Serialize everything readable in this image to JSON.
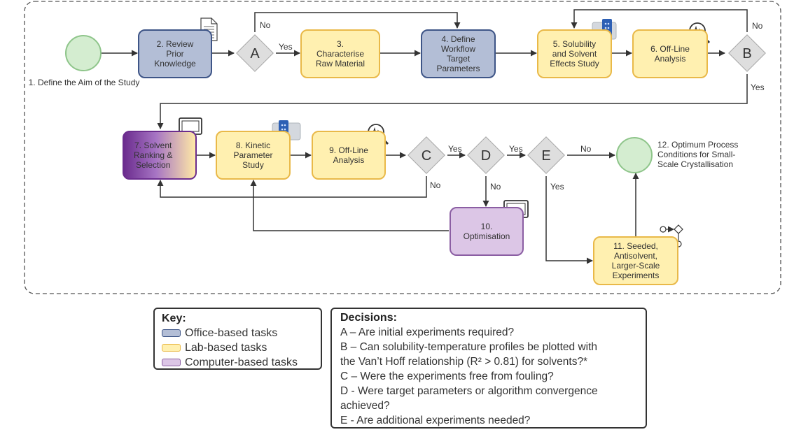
{
  "nodes": {
    "start": "1. Define the Aim of the Study",
    "n2": "2. Review\nPrior\nKnowledge",
    "n3": "3.\nCharacterise\nRaw Material",
    "n4": "4. Define\nWorkflow\nTarget\nParameters",
    "n5": "5. Solubility\nand Solvent\nEffects Study",
    "n6": "6. Off-Line\nAnalysis",
    "n7": "7. Solvent\nRanking &\nSelection",
    "n8": "8. Kinetic\nParameter\nStudy",
    "n9": "9. Off-Line\nAnalysis",
    "n10": "10.\nOptimisation",
    "n11": "11. Seeded,\nAntisolvent,\nLarger-Scale\nExperiments",
    "end": "12. Optimum Process\nConditions for Small-\nScale Crystallisation"
  },
  "decision_nodes": {
    "a": "A",
    "b": "B",
    "c": "C",
    "d": "D",
    "e": "E"
  },
  "edge_labels": {
    "yes": "Yes",
    "no": "No"
  },
  "key": {
    "title": "Key:",
    "items": [
      {
        "label": "Office-based tasks",
        "color": "#b3bed6",
        "border": "#3e5587"
      },
      {
        "label": "Lab-based tasks",
        "color": "#fff0b0",
        "border": "#e9b949"
      },
      {
        "label": "Computer-based tasks",
        "color": "#dcc6e6",
        "border": "#8b5ea3"
      }
    ]
  },
  "decisions": {
    "title": "Decisions:",
    "items": [
      "A – Are initial experiments required?",
      "B – Can solubility-temperature profiles be plotted with",
      "the Van’t Hoff relationship (R² > 0.81) for solvents?*",
      "C – Were the experiments free from fouling?",
      "D - Were target parameters or algorithm convergence",
      "achieved?",
      "E - Are additional experiments needed?"
    ]
  },
  "colors": {
    "office_fill": "#b3bed6",
    "office_border": "#3e5587",
    "lab_fill": "#fff0b0",
    "lab_border": "#e9b949",
    "computer_fill": "#dcc6e6",
    "computer_border": "#8b5ea3",
    "decision_fill": "#dedede",
    "terminal_fill": "#d4edd0",
    "terminal_border": "#8ec58a"
  },
  "icons": [
    "document-icon",
    "magnifier-waveform-icon",
    "vial-rack-icon",
    "computer-monitor-icon",
    "flow-symbols-icon"
  ]
}
